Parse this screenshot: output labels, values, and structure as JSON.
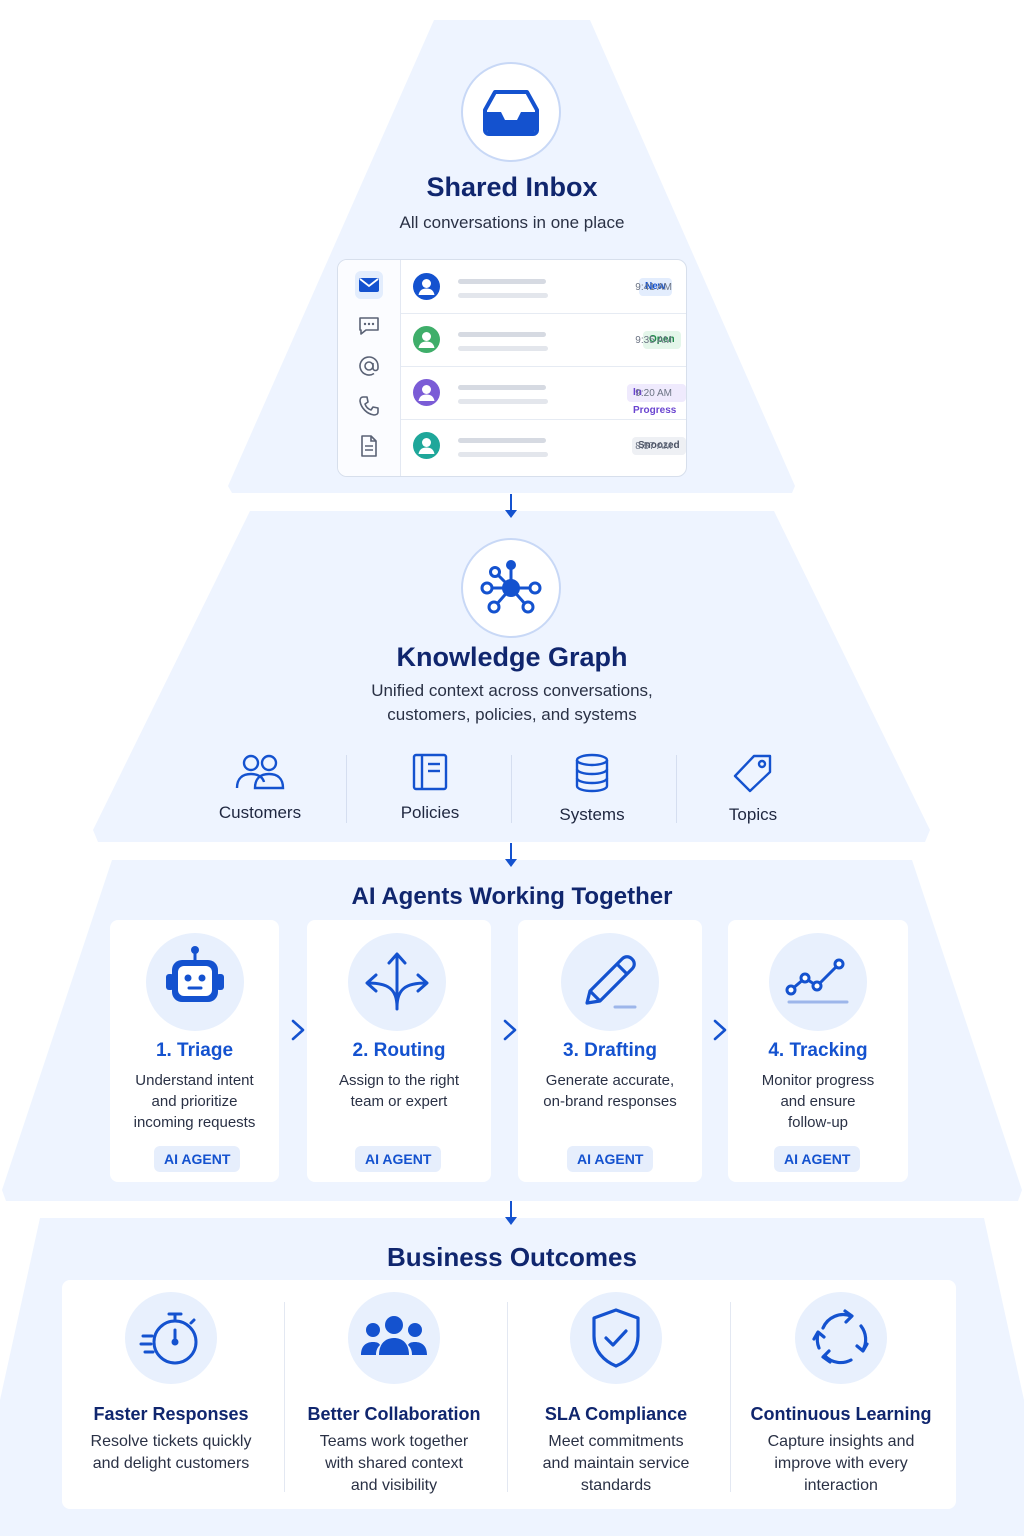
{
  "colors": {
    "accent": "#1452cf",
    "navy": "#10266e",
    "tier_bg": "#eef4ff"
  },
  "shared_inbox": {
    "title": "Shared Inbox",
    "subtitle": "All conversations in one place",
    "icon": "inbox-tray-icon",
    "sidebar_icons": [
      "mail-icon",
      "chat-bubble-icon",
      "at-sign-icon",
      "phone-icon",
      "document-icon"
    ],
    "rows": [
      {
        "status": "New",
        "time": "9:41 AM",
        "avatar_color": "#1452cf",
        "badge_bg": "#e3edfd",
        "badge_fg": "#1452cf"
      },
      {
        "status": "Open",
        "time": "9:35 AM",
        "avatar_color": "#3fae6a",
        "badge_bg": "#e4f6ea",
        "badge_fg": "#1f8a4a"
      },
      {
        "status": "In Progress",
        "time": "9:20 AM",
        "avatar_color": "#7b5cd6",
        "badge_bg": "#efeafd",
        "badge_fg": "#6a44d0"
      },
      {
        "status": "Snoozed",
        "time": "8:57 AM",
        "avatar_color": "#1fa79a",
        "badge_bg": "#eef0f4",
        "badge_fg": "#4a5163"
      }
    ]
  },
  "knowledge_graph": {
    "title": "Knowledge Graph",
    "subtitle_line1": "Unified context across conversations,",
    "subtitle_line2": "customers, policies, and systems",
    "icon": "network-graph-icon",
    "items": [
      {
        "label": "Customers",
        "icon": "users-icon"
      },
      {
        "label": "Policies",
        "icon": "book-icon"
      },
      {
        "label": "Systems",
        "icon": "database-icon"
      },
      {
        "label": "Topics",
        "icon": "tag-icon"
      }
    ]
  },
  "agents": {
    "title": "AI Agents Working Together",
    "cards": [
      {
        "title": "1. Triage",
        "desc": [
          "Understand intent",
          "and prioritize",
          "incoming requests"
        ],
        "pill": "AI AGENT",
        "icon": "robot-icon"
      },
      {
        "title": "2. Routing",
        "desc": [
          "Assign to the right",
          "team or expert"
        ],
        "pill": "AI AGENT",
        "icon": "split-arrows-icon"
      },
      {
        "title": "3. Drafting",
        "desc": [
          "Generate accurate,",
          "on-brand responses"
        ],
        "pill": "AI AGENT",
        "icon": "pencil-icon"
      },
      {
        "title": "4. Tracking",
        "desc": [
          "Monitor progress",
          "and ensure",
          "follow-up"
        ],
        "pill": "AI AGENT",
        "icon": "trend-line-icon"
      }
    ]
  },
  "outcomes": {
    "title": "Business Outcomes",
    "items": [
      {
        "title": "Faster Responses",
        "desc": [
          "Resolve tickets quickly",
          "and delight customers"
        ],
        "icon": "stopwatch-icon"
      },
      {
        "title": "Better Collaboration",
        "desc": [
          "Teams work together",
          "with shared context",
          "and visibility"
        ],
        "icon": "team-icon"
      },
      {
        "title": "SLA Compliance",
        "desc": [
          "Meet commitments",
          "and maintain service",
          "standards"
        ],
        "icon": "shield-check-icon"
      },
      {
        "title": "Continuous Learning",
        "desc": [
          "Capture insights and",
          "improve with every",
          "interaction"
        ],
        "icon": "cycle-arrows-icon"
      }
    ]
  }
}
